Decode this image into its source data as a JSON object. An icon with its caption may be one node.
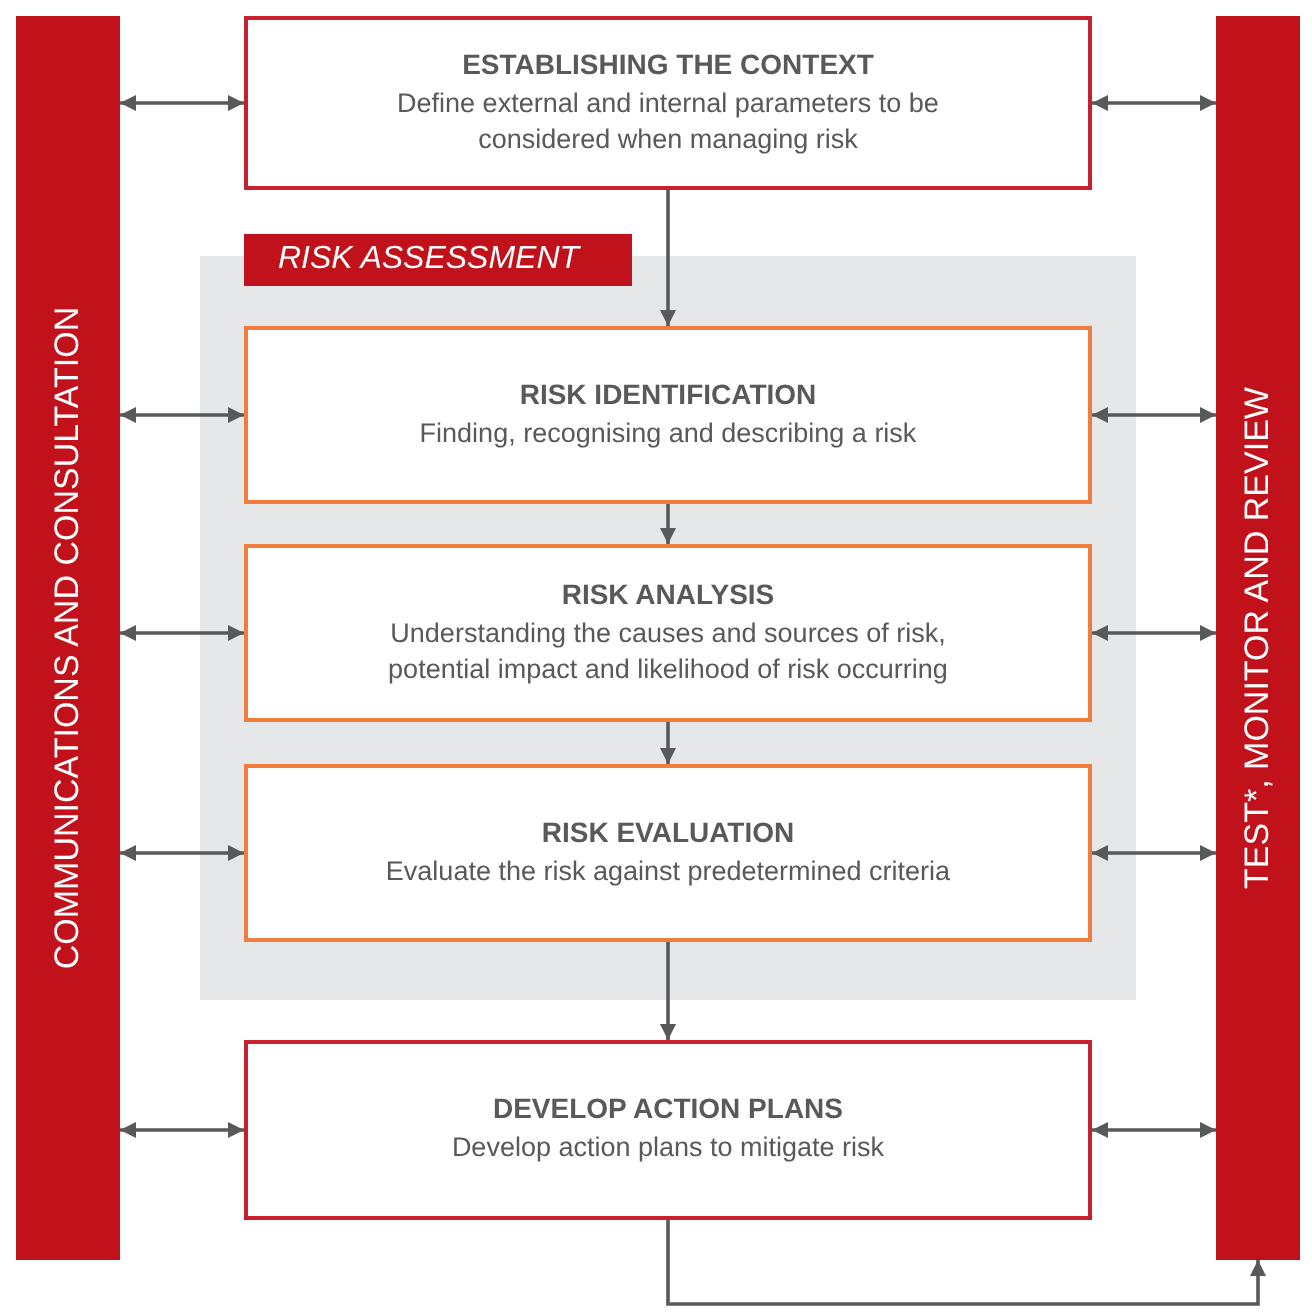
{
  "diagram": {
    "nodes": [
      {
        "text": [
          "COMMUNICATIONS AND CONSULTATION"
        ]
      },
      {
        "text": [
          "ESTABLISHING THE CONTEXT",
          "Define external and internal parameters to be considered when managing risk"
        ]
      },
      {
        "text": [
          "RISK ASSESSMENT"
        ]
      },
      {
        "text": [
          "RISK IDENTIFICATION",
          "Finding, recognising and describing a risk"
        ],
        "in": 2
      },
      {
        "text": [
          "RISK ANALYSIS",
          "Understanding the causes and sources of risk, potential impact and likelihood of risk occurring"
        ],
        "in": 2
      },
      {
        "text": [
          "RISK EVALUATION",
          "Evaluate the risk against predetermined criteria"
        ],
        "in": 2
      },
      {
        "text": [
          "DEVELOP ACTION PLANS",
          "Develop action plans to mitigate risk"
        ]
      },
      {
        "text": [
          "TEST*, MONITOR AND REVIEW"
        ]
      }
    ],
    "edges": [
      {
        "from": 0,
        "to": 1,
        "arrow": "both"
      },
      {
        "from": 1,
        "to": 7,
        "arrow": "both"
      },
      {
        "from": 1,
        "to": 3,
        "arrow": "to"
      },
      {
        "from": 0,
        "to": 3,
        "arrow": "both"
      },
      {
        "from": 3,
        "to": 7,
        "arrow": "both"
      },
      {
        "from": 3,
        "to": 4,
        "arrow": "to"
      },
      {
        "from": 0,
        "to": 4,
        "arrow": "both"
      },
      {
        "from": 4,
        "to": 7,
        "arrow": "both"
      },
      {
        "from": 4,
        "to": 5,
        "arrow": "to"
      },
      {
        "from": 0,
        "to": 5,
        "arrow": "both"
      },
      {
        "from": 5,
        "to": 7,
        "arrow": "both"
      },
      {
        "from": 5,
        "to": 6,
        "arrow": "to"
      },
      {
        "from": 0,
        "to": 6,
        "arrow": "both"
      },
      {
        "from": 6,
        "to": 7,
        "arrow": "both"
      },
      {
        "from": 6,
        "to": 7,
        "arrow": "to"
      }
    ]
  }
}
